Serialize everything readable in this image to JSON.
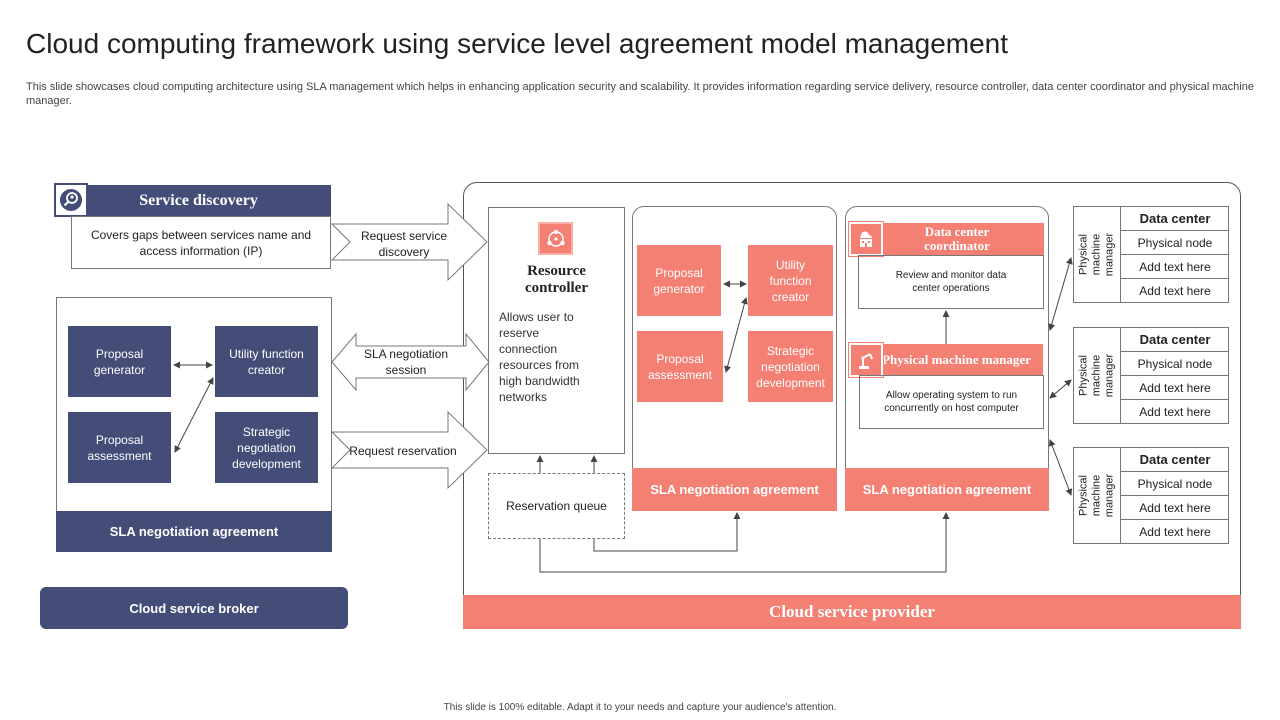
{
  "title": "Cloud computing framework using service level agreement model management",
  "subtitle": "This slide showcases cloud computing architecture using SLA management which helps in enhancing application security and scalability. It provides information regarding service delivery, resource controller, data center coordinator and physical machine manager.",
  "service_discovery": {
    "header": "Service discovery",
    "text": "Covers gaps between services name and access information (IP)",
    "icon": "search-person-icon"
  },
  "broker_panel": {
    "proposal_generator": "Proposal generator",
    "utility_function_creator": "Utility function creator",
    "proposal_assessment": "Proposal assessment",
    "strategic_negotiation": "Strategic negotiation development",
    "footer": "SLA negotiation agreement"
  },
  "cloud_service_broker": "Cloud service broker",
  "arrows": {
    "request_discovery": "Request service discovery",
    "sla_session": "SLA negotiation session",
    "request_reservation": "Request reservation"
  },
  "resource_controller": {
    "title": "Resource controller",
    "text": "Allows user to reserve connection resources from high bandwidth networks",
    "icon": "network-users-icon"
  },
  "reservation_queue": "Reservation queue",
  "provider_panel": {
    "proposal_generator": "Proposal generator",
    "utility_function_creator": "Utility function creator",
    "proposal_assessment": "Proposal assessment",
    "strategic_negotiation": "Strategic negotiation development",
    "footer": "SLA negotiation agreement"
  },
  "datacenter_panel": {
    "coordinator_title": "Data center coordinator",
    "coordinator_text": "Review and monitor data center operations",
    "pmm_title": "Physical machine manager",
    "pmm_text": "Allow operating system to run concurrently on host computer",
    "footer": "SLA negotiation agreement",
    "coordinator_icon": "building-cloud-icon",
    "pmm_icon": "robot-arm-icon"
  },
  "data_centers": [
    {
      "side_label": "Physical machine manager",
      "header": "Data center",
      "rows": [
        "Physical node",
        "Add text here",
        "Add text here"
      ]
    },
    {
      "side_label": "Physical machine manager",
      "header": "Data center",
      "rows": [
        "Physical node",
        "Add text here",
        "Add text here"
      ]
    },
    {
      "side_label": "Physical machine manager",
      "header": "Data center",
      "rows": [
        "Physical node",
        "Add text here",
        "Add text here"
      ]
    }
  ],
  "cloud_service_provider": "Cloud service provider",
  "footer": "This slide is 100% editable. Adapt it to your needs and capture your audience's attention.",
  "colors": {
    "navy": "#434d78",
    "salmon": "#f47f73"
  }
}
